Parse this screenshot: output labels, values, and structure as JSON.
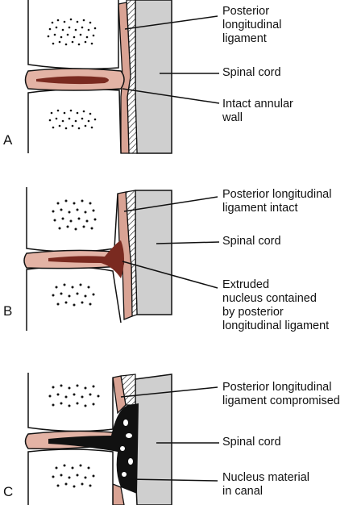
{
  "panels": [
    {
      "letter": "A",
      "labels": {
        "top": "Posterior\nlongitudinal\nligament",
        "mid": "Spinal cord",
        "bottom": "Intact annular\nwall"
      }
    },
    {
      "letter": "B",
      "labels": {
        "top": "Posterior longitudinal\nligament intact",
        "mid": "Spinal cord",
        "bottom": "Extruded\nnucleus contained\nby posterior\nlongitudinal ligament"
      }
    },
    {
      "letter": "C",
      "labels": {
        "top": "Posterior longitudinal\nligament compromised",
        "mid": "Spinal cord",
        "bottom": "Nucleus material\nin canal"
      }
    }
  ],
  "colors": {
    "ligament": "#d9a394",
    "cord": "#cfcfcf",
    "disc": "#e3b3a5",
    "nucleus": "#7a2a20",
    "ink": "#111111"
  }
}
